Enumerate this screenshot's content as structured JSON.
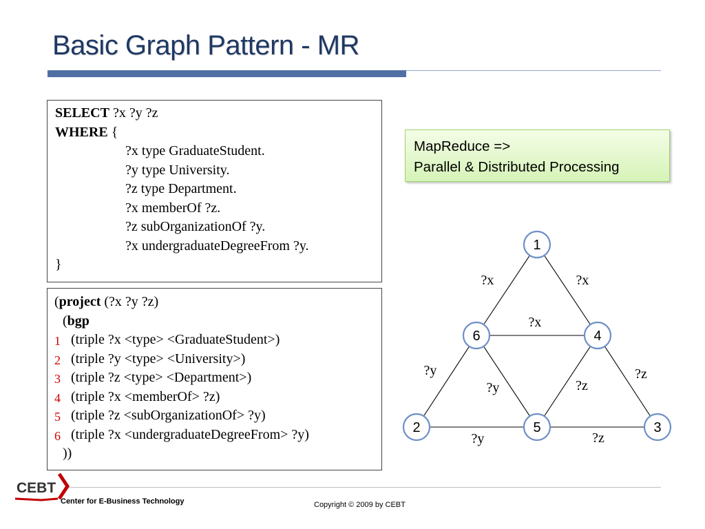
{
  "slide": {
    "title": "Basic Graph Pattern - MR",
    "footer_org": "Center for E-Business Technology",
    "copyright": "Copyright © 2009 by CEBT",
    "logo_text": "CEBT"
  },
  "sparql": {
    "select_kw": "SELECT",
    "select_vars": " ?x ?y ?z",
    "where_kw": "WHERE",
    "where_open": " {",
    "patterns": [
      "?x type GraduateStudent.",
      "?y type University.",
      "?z type Department.",
      "?x memberOf ?z.",
      "?z subOrganizationOf ?y.",
      "?x undergraduateDegreeFrom ?y."
    ],
    "close": "}"
  },
  "algebra": {
    "project_open": "(",
    "project_kw": "project",
    "project_vars": " (?x ?y ?z)",
    "bgp_open": "(",
    "bgp_kw": "bgp",
    "triples": [
      {
        "num": "1",
        "text": "(triple ?x <type> <GraduateStudent>)"
      },
      {
        "num": "2",
        "text": "(triple ?y <type> <University>)"
      },
      {
        "num": "3",
        "text": "(triple ?z <type> <Department>)"
      },
      {
        "num": "4",
        "text": "(triple ?x <memberOf> ?z)"
      },
      {
        "num": "5",
        "text": "(triple ?z <subOrganizationOf> ?y)"
      },
      {
        "num": "6",
        "text": "(triple ?x <undergraduateDegreeFrom> ?y)"
      }
    ],
    "close": "))"
  },
  "callout": {
    "line1": "MapReduce =>",
    "line2": "Parallel & Distributed Processing"
  },
  "graph": {
    "nodes": [
      "1",
      "6",
      "4",
      "2",
      "5",
      "3"
    ],
    "edges": [
      {
        "from": "1",
        "to": "6",
        "label": "?x"
      },
      {
        "from": "1",
        "to": "4",
        "label": "?x"
      },
      {
        "from": "6",
        "to": "4",
        "label": "?x"
      },
      {
        "from": "6",
        "to": "2",
        "label": "?y"
      },
      {
        "from": "6",
        "to": "5",
        "label": "?y"
      },
      {
        "from": "4",
        "to": "5",
        "label": "?z"
      },
      {
        "from": "4",
        "to": "3",
        "label": "?z"
      },
      {
        "from": "2",
        "to": "5",
        "label": "?y"
      },
      {
        "from": "5",
        "to": "3",
        "label": "?z"
      }
    ],
    "node_border_color": "#6d8fc7"
  }
}
